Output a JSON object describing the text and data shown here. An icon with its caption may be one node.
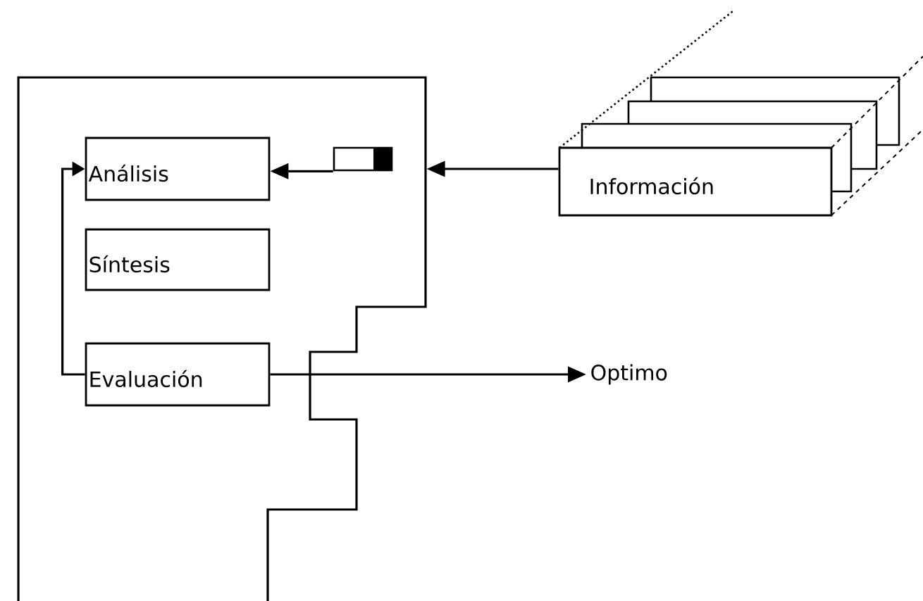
{
  "diagram": {
    "nodes": [
      {
        "text": [],
        "shape": "box"
      },
      {
        "text": [
          "Análisis"
        ],
        "in": 0
      },
      {
        "text": [
          "Síntesis"
        ],
        "in": 0
      },
      {
        "text": [
          "Evaluación"
        ],
        "in": 0
      },
      {
        "text": [],
        "shape": "picture",
        "in": 0
      },
      {
        "text": [
          "Información"
        ]
      },
      {
        "text": [
          "Optimo"
        ]
      }
    ],
    "edges": [
      {
        "from": 5,
        "to": 0,
        "arrow": "to"
      },
      {
        "from": 4,
        "to": 1,
        "arrow": "to"
      },
      {
        "from": 3,
        "to": 1,
        "arrow": "to"
      },
      {
        "from": 3,
        "to": 6,
        "arrow": "to"
      }
    ]
  }
}
